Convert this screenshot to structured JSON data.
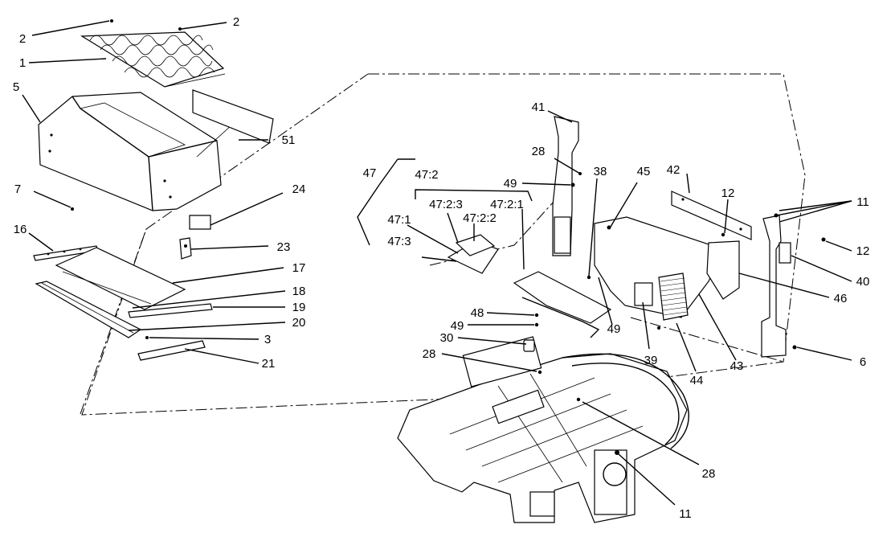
{
  "callouts": {
    "c2a": "2",
    "c2b": "2",
    "c1": "1",
    "c5": "5",
    "c51": "51",
    "c7": "7",
    "c24": "24",
    "c23": "23",
    "c16": "16",
    "c17": "17",
    "c18": "18",
    "c19": "19",
    "c20": "20",
    "c3": "3",
    "c21": "21",
    "c47": "47",
    "c47_2": "47:2",
    "c47_2_3": "47:2:3",
    "c47_2_1": "47:2:1",
    "c47_2_2": "47:2:2",
    "c47_1": "47:1",
    "c47_3": "47:3",
    "c41": "41",
    "c28a": "28",
    "c49a": "49",
    "c38": "38",
    "c45": "45",
    "c42": "42",
    "c12a": "12",
    "c11a": "11",
    "c12b": "12",
    "c40": "40",
    "c46": "46",
    "c48": "48",
    "c49b": "49",
    "c30": "30",
    "c28b": "28",
    "c49c": "49",
    "c39": "39",
    "c44": "44",
    "c43": "43",
    "c6": "6",
    "c28c": "28",
    "c11b": "11"
  }
}
